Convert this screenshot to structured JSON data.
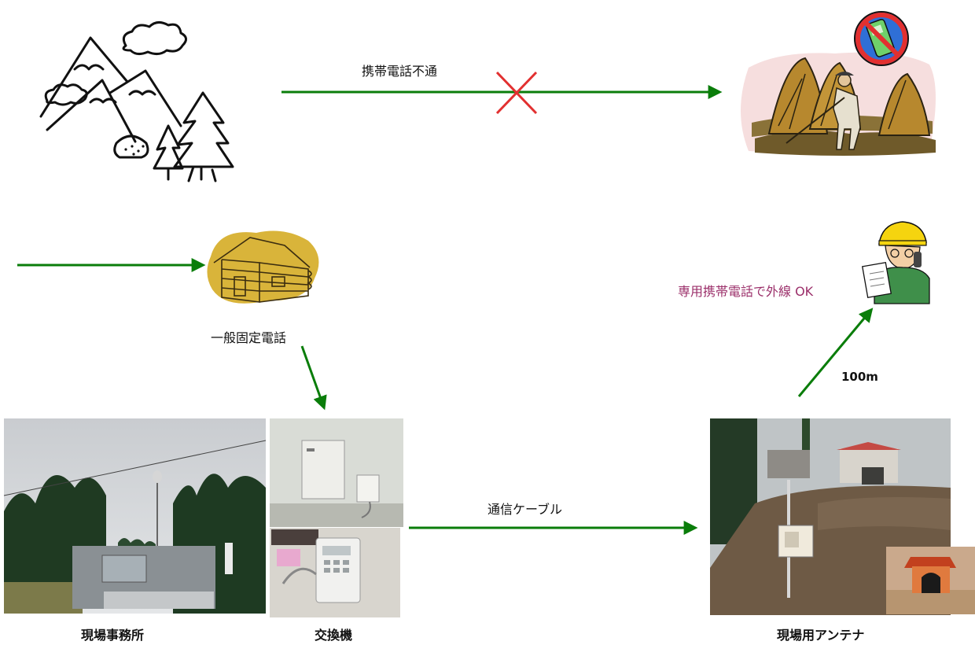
{
  "labels": {
    "mobile_no_service": "携帯電話不通",
    "landline": "一般固定電話",
    "dedicated_mobile_ok": "専用携帯電話で外線 OK",
    "distance": "100m",
    "comm_cable": "通信ケーブル",
    "site_office": "現場事務所",
    "exchange": "交換機",
    "site_antenna": "現場用アンテナ"
  },
  "colors": {
    "arrow": "#0a7d0a",
    "cross": "#e23030",
    "accent_text": "#9b2f6a",
    "cabin_blob": "#d9b43a"
  },
  "icons": {
    "mountains": "mountain-illustration",
    "farmer": "farmer-no-phone-illustration",
    "cabin": "log-cabin-illustration",
    "worker": "worker-on-phone-illustration"
  }
}
